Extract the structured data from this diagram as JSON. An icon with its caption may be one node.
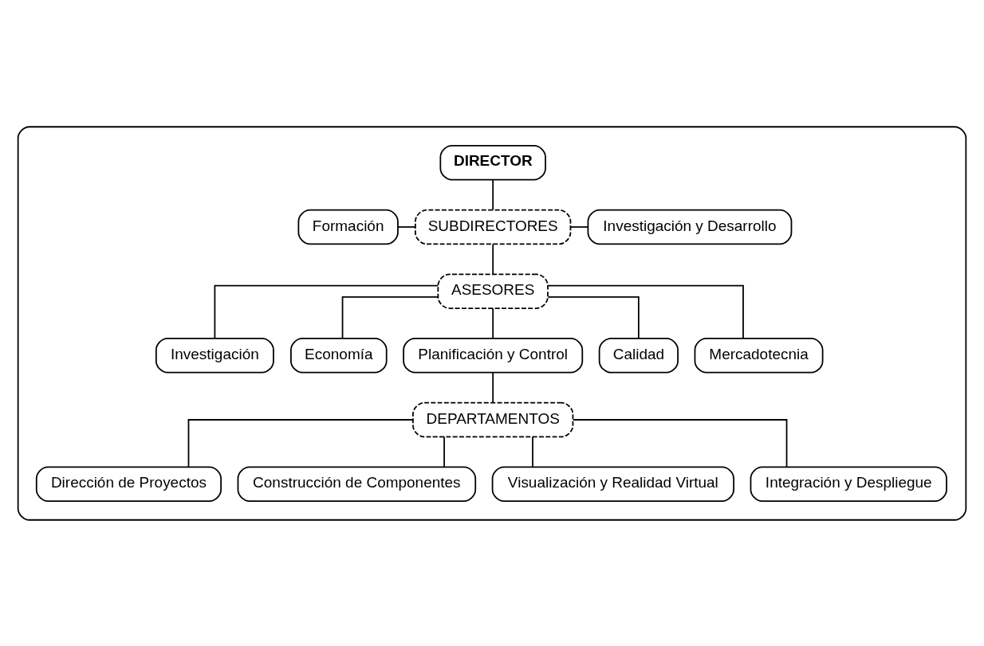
{
  "diagram": {
    "nodes": [
      {
        "text": [],
        "shape": "box"
      },
      {
        "text": [
          "DIRECTOR"
        ],
        "in": 0
      },
      {
        "text": [
          "SUBDIRECTORES"
        ],
        "in": 0
      },
      {
        "text": [
          "Formación"
        ],
        "in": 0
      },
      {
        "text": [
          "Investigación y Desarrollo"
        ],
        "in": 0
      },
      {
        "text": [
          "ASESORES"
        ],
        "in": 0
      },
      {
        "text": [
          "Investigación"
        ],
        "in": 0
      },
      {
        "text": [
          "Economía"
        ],
        "in": 0
      },
      {
        "text": [
          "Planificación y Control"
        ],
        "in": 0
      },
      {
        "text": [
          "Calidad"
        ],
        "in": 0
      },
      {
        "text": [
          "Mercadotecnia"
        ],
        "in": 0
      },
      {
        "text": [
          "DEPARTAMENTOS"
        ],
        "in": 0
      },
      {
        "text": [
          "Dirección de Proyectos"
        ],
        "in": 0
      },
      {
        "text": [
          "Construcción de Componentes"
        ],
        "in": 0
      },
      {
        "text": [
          "Visualización y Realidad Virtual"
        ],
        "in": 0
      },
      {
        "text": [
          "Integración y Despliegue"
        ],
        "in": 0
      }
    ],
    "edges": [
      {
        "from": 1,
        "to": 2,
        "arrow": "none"
      },
      {
        "from": 3,
        "to": 2,
        "arrow": "none"
      },
      {
        "from": 2,
        "to": 4,
        "arrow": "none"
      },
      {
        "from": 2,
        "to": 5,
        "arrow": "none"
      },
      {
        "from": 5,
        "to": 6,
        "arrow": "none"
      },
      {
        "from": 5,
        "to": 7,
        "arrow": "none"
      },
      {
        "from": 5,
        "to": 8,
        "arrow": "none"
      },
      {
        "from": 5,
        "to": 9,
        "arrow": "none"
      },
      {
        "from": 5,
        "to": 10,
        "arrow": "none"
      },
      {
        "from": 8,
        "to": 11,
        "arrow": "none"
      },
      {
        "from": 11,
        "to": 12,
        "arrow": "none"
      },
      {
        "from": 11,
        "to": 13,
        "arrow": "none"
      },
      {
        "from": 11,
        "to": 14,
        "arrow": "none"
      },
      {
        "from": 11,
        "to": 15,
        "arrow": "none"
      }
    ]
  }
}
